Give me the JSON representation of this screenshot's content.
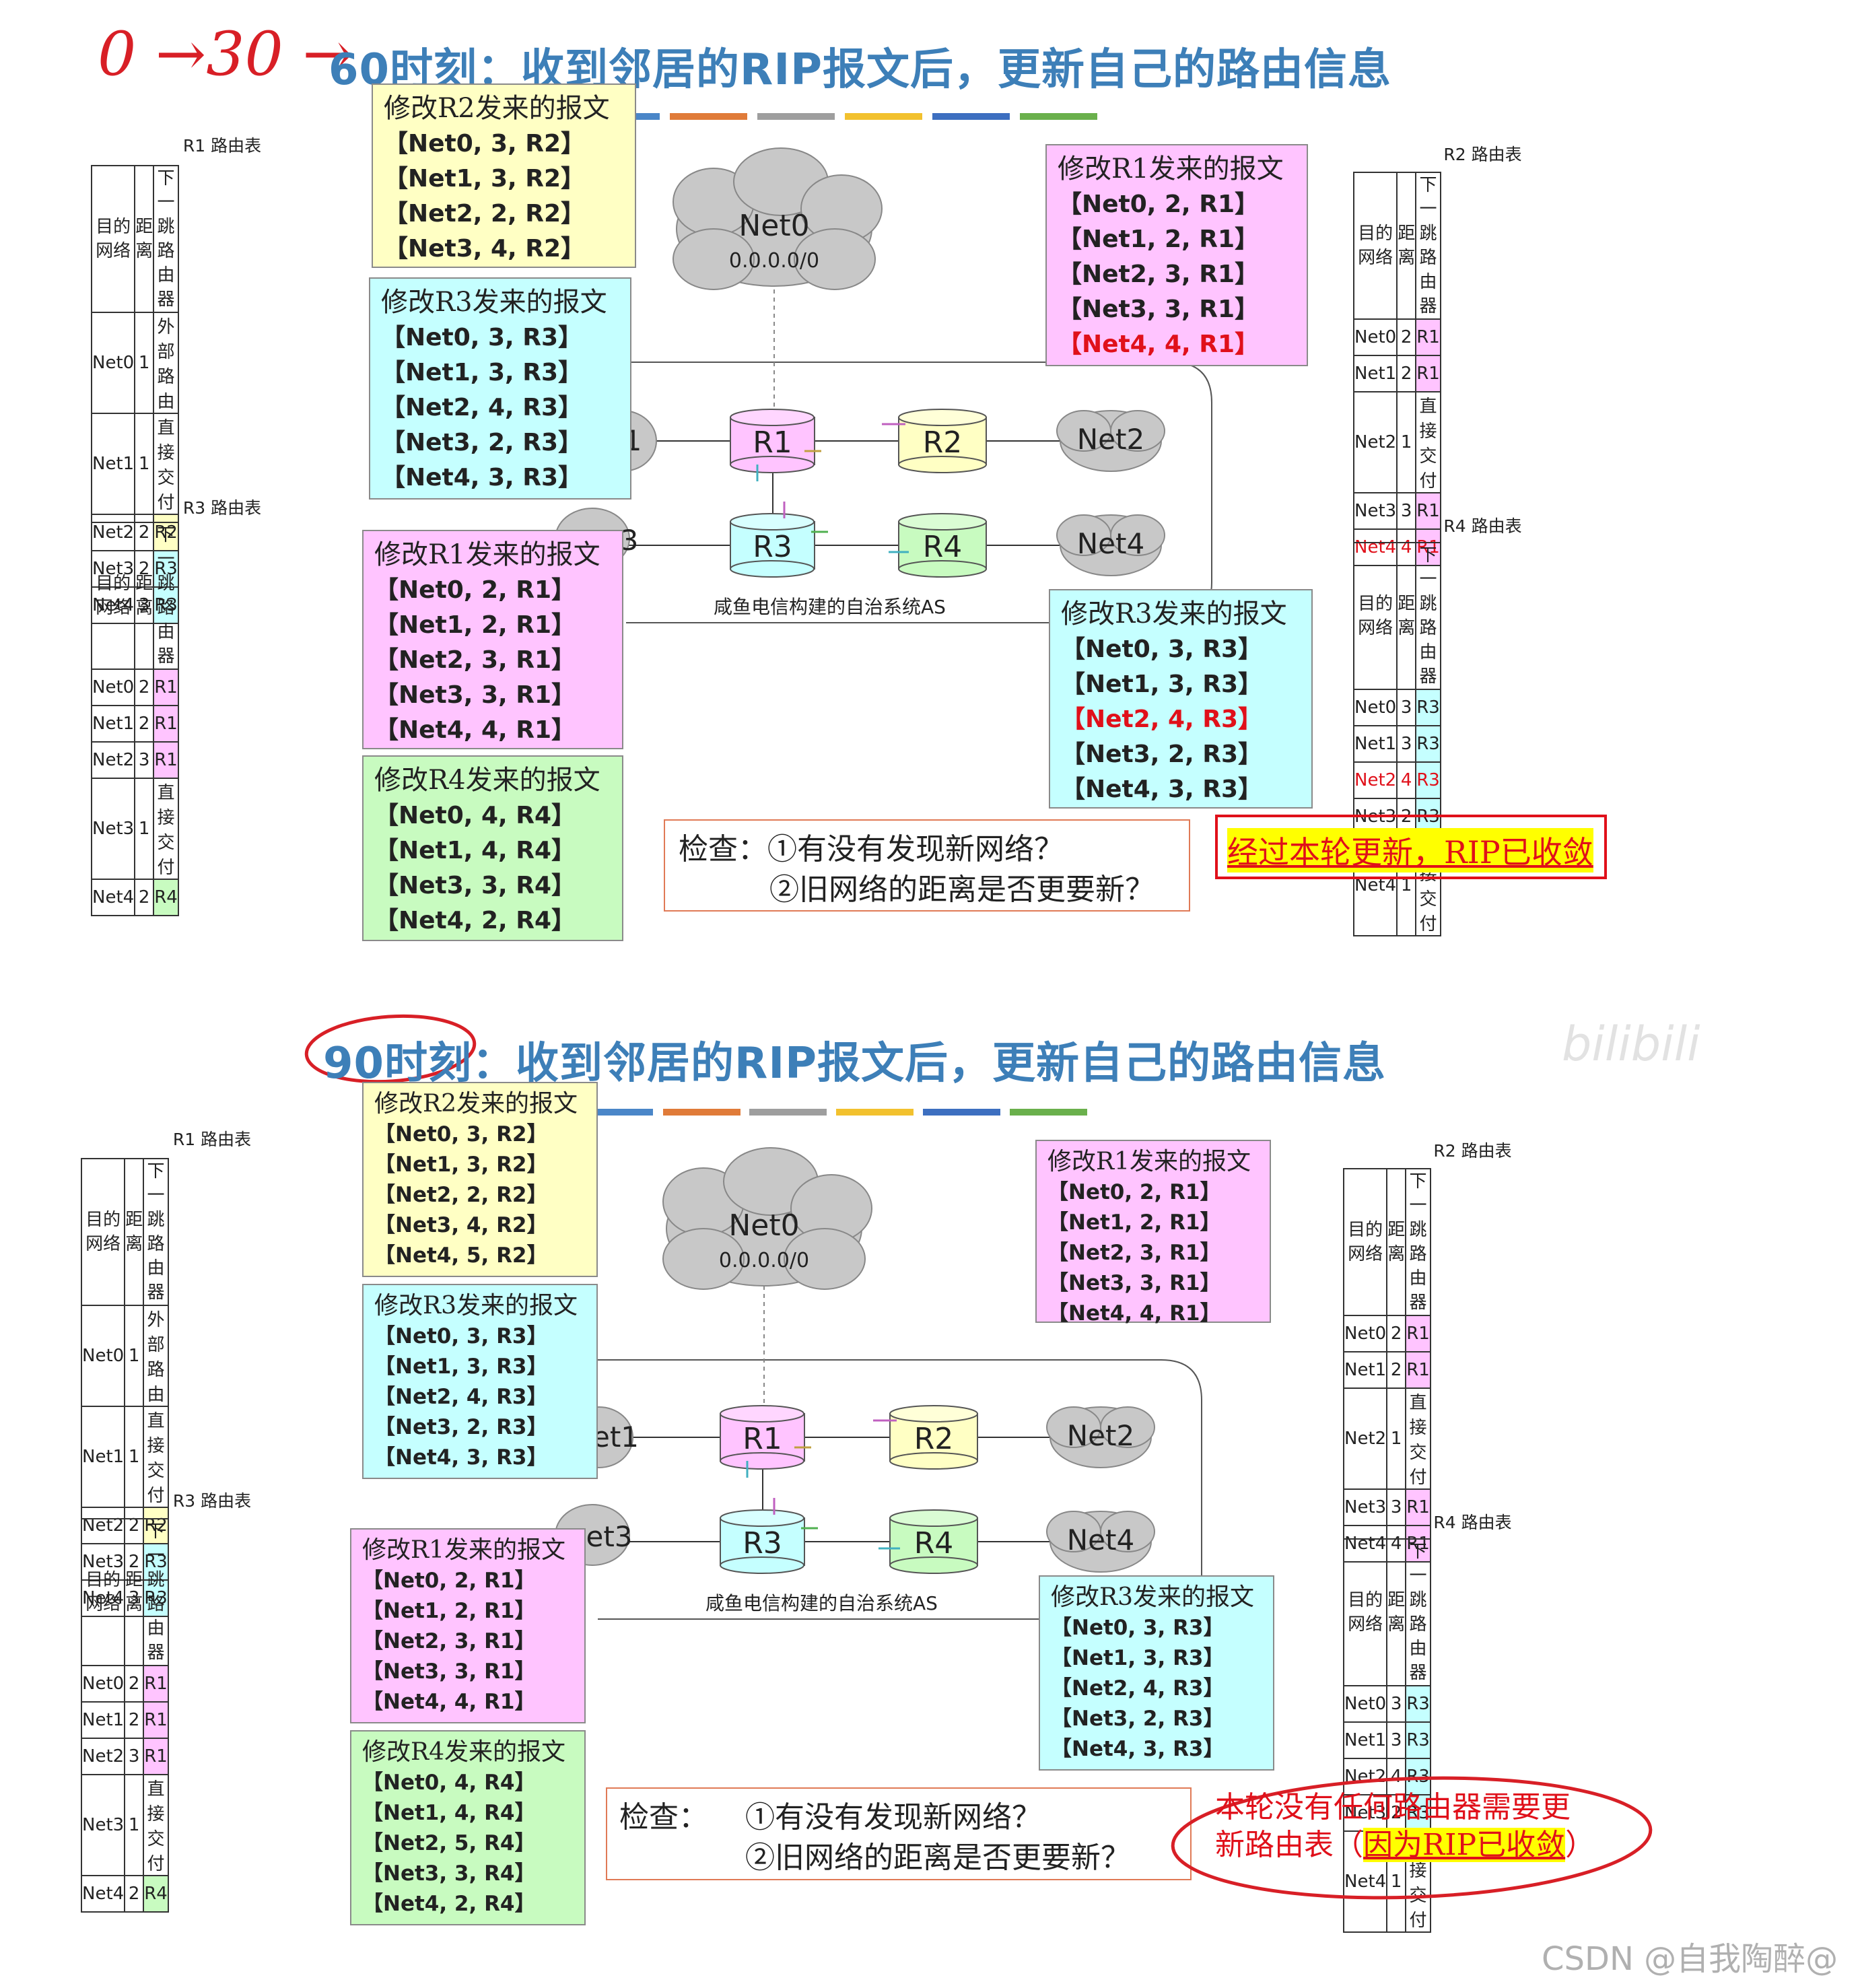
{
  "handwritten": {
    "seq": "0 →30 →"
  },
  "panel1": {
    "heading": "60时刻：收到邻居的RIP报文后，更新自己的路由信息",
    "r1_table": {
      "title": "R1 路由表",
      "h1": "目的网络",
      "h2": "距离",
      "h3a": "下一跳",
      "h3b": "路由器",
      "rows": [
        [
          "Net0",
          "1",
          "外部路由"
        ],
        [
          "Net1",
          "1",
          "直接交付"
        ],
        [
          "Net2",
          "2",
          "R2"
        ],
        [
          "Net3",
          "2",
          "R3"
        ],
        [
          "Net4",
          "3",
          "R3"
        ]
      ]
    },
    "r3_table": {
      "title": "R3 路由表",
      "h1": "目的网络",
      "h2": "距离",
      "h3a": "下一跳",
      "h3b": "路由器",
      "rows": [
        [
          "Net0",
          "2",
          "R1"
        ],
        [
          "Net1",
          "2",
          "R1"
        ],
        [
          "Net2",
          "3",
          "R1"
        ],
        [
          "Net3",
          "1",
          "直接交付"
        ],
        [
          "Net4",
          "2",
          "R4"
        ]
      ]
    },
    "r2_table": {
      "title": "R2 路由表",
      "h1": "目的网络",
      "h2": "距离",
      "h3a": "下一跳",
      "h3b": "路由器",
      "rows": [
        [
          "Net0",
          "2",
          "R1"
        ],
        [
          "Net1",
          "2",
          "R1"
        ],
        [
          "Net2",
          "1",
          "直接交付"
        ],
        [
          "Net3",
          "3",
          "R1"
        ],
        [
          "Net4",
          "4",
          "R1"
        ]
      ]
    },
    "r4_table": {
      "title": "R4 路由表",
      "h1": "目的网络",
      "h2": "距离",
      "h3a": "下一跳",
      "h3b": "路由器",
      "rows": [
        [
          "Net0",
          "3",
          "R3"
        ],
        [
          "Net1",
          "3",
          "R3"
        ],
        [
          "Net2",
          "4",
          "R3"
        ],
        [
          "Net3",
          "2",
          "R3"
        ],
        [
          "Net4",
          "1",
          "直接交付"
        ]
      ]
    },
    "msg_r2": {
      "title": "修改R2发来的报文",
      "lines": [
        "【Net0, 3, R2】",
        "【Net1, 3, R2】",
        "【Net2, 2, R2】",
        "【Net3, 4, R2】"
      ]
    },
    "msg_r3": {
      "title": "修改R3发来的报文",
      "lines": [
        "【Net0, 3, R3】",
        "【Net1, 3, R3】",
        "【Net2, 4, R3】",
        "【Net3, 2, R3】",
        "【Net4, 3, R3】"
      ]
    },
    "msg_r1_left": {
      "title": "修改R1发来的报文",
      "lines": [
        "【Net0, 2, R1】",
        "【Net1, 2, R1】",
        "【Net2, 3, R1】",
        "【Net3, 3, R1】",
        "【Net4, 4, R1】"
      ]
    },
    "msg_r4": {
      "title": "修改R4发来的报文",
      "lines": [
        "【Net0, 4, R4】",
        "【Net1, 4, R4】",
        "【Net3, 3, R4】",
        "【Net4, 2, R4】"
      ]
    },
    "msg_r1_right": {
      "title": "修改R1发来的报文",
      "lines": [
        "【Net0, 2, R1】",
        "【Net1, 2, R1】",
        "【Net2, 3, R1】",
        "【Net3, 3, R1】",
        "【Net4, 4, R1】"
      ]
    },
    "msg_r3_right": {
      "title": "修改R3发来的报文",
      "lines": [
        "【Net0, 3, R3】",
        "【Net1, 3, R3】",
        "【Net2, 4, R3】",
        "【Net3, 2, R3】",
        "【Net4, 3, R3】"
      ]
    },
    "check1": "检查：①有没有发现新网络？",
    "check2": "②旧网络的距离是否更要新？",
    "converged": "经过本轮更新，RIP已收敛"
  },
  "panel2": {
    "heading_time": "90时刻",
    "heading_rest": "：收到邻居的RIP报文后，更新自己的路由信息",
    "r1_table": {
      "title": "R1 路由表",
      "h1": "目的网络",
      "h2": "距离",
      "h3a": "下一跳",
      "h3b": "路由器",
      "rows": [
        [
          "Net0",
          "1",
          "外部路由"
        ],
        [
          "Net1",
          "1",
          "直接交付"
        ],
        [
          "Net2",
          "2",
          "R2"
        ],
        [
          "Net3",
          "2",
          "R3"
        ],
        [
          "Net4",
          "3",
          "R3"
        ]
      ]
    },
    "r3_table": {
      "title": "R3 路由表",
      "h1": "目的网络",
      "h2": "距离",
      "h3a": "下一跳",
      "h3b": "路由器",
      "rows": [
        [
          "Net0",
          "2",
          "R1"
        ],
        [
          "Net1",
          "2",
          "R1"
        ],
        [
          "Net2",
          "3",
          "R1"
        ],
        [
          "Net3",
          "1",
          "直接交付"
        ],
        [
          "Net4",
          "2",
          "R4"
        ]
      ]
    },
    "r2_table": {
      "title": "R2 路由表",
      "h1": "目的网络",
      "h2": "距离",
      "h3a": "下一跳",
      "h3b": "路由器",
      "rows": [
        [
          "Net0",
          "2",
          "R1"
        ],
        [
          "Net1",
          "2",
          "R1"
        ],
        [
          "Net2",
          "1",
          "直接交付"
        ],
        [
          "Net3",
          "3",
          "R1"
        ],
        [
          "Net4",
          "4",
          "R1"
        ]
      ]
    },
    "r4_table": {
      "title": "R4 路由表",
      "h1": "目的网络",
      "h2": "距离",
      "h3a": "下一跳",
      "h3b": "路由器",
      "rows": [
        [
          "Net0",
          "3",
          "R3"
        ],
        [
          "Net1",
          "3",
          "R3"
        ],
        [
          "Net2",
          "4",
          "R3"
        ],
        [
          "Net3",
          "2",
          "R3"
        ],
        [
          "Net4",
          "1",
          "直接交付"
        ]
      ]
    },
    "msg_r2": {
      "title": "修改R2发来的报文",
      "lines": [
        "【Net0, 3, R2】",
        "【Net1, 3, R2】",
        "【Net2, 2, R2】",
        "【Net3, 4, R2】",
        "【Net4, 5, R2】"
      ]
    },
    "msg_r3": {
      "title": "修改R3发来的报文",
      "lines": [
        "【Net0, 3, R3】",
        "【Net1, 3, R3】",
        "【Net2, 4, R3】",
        "【Net3, 2, R3】",
        "【Net4, 3, R3】"
      ]
    },
    "msg_r1_left": {
      "title": "修改R1发来的报文",
      "lines": [
        "【Net0, 2, R1】",
        "【Net1, 2, R1】",
        "【Net2, 3, R1】",
        "【Net3, 3, R1】",
        "【Net4, 4, R1】"
      ]
    },
    "msg_r4": {
      "title": "修改R4发来的报文",
      "lines": [
        "【Net0, 4, R4】",
        "【Net1, 4, R4】",
        "【Net2, 5, R4】",
        "【Net3, 3, R4】",
        "【Net4, 2, R4】"
      ]
    },
    "msg_r1_right": {
      "title": "修改R1发来的报文",
      "lines": [
        "【Net0, 2, R1】",
        "【Net1, 2, R1】",
        "【Net2, 3, R1】",
        "【Net3, 3, R1】",
        "【Net4, 4, R1】"
      ]
    },
    "msg_r3_right": {
      "title": "修改R3发来的报文",
      "lines": [
        "【Net0, 3, R3】",
        "【Net1, 3, R3】",
        "【Net2, 4, R3】",
        "【Net3, 2, R3】",
        "【Net4, 3, R3】"
      ]
    },
    "check_label": "检查：",
    "check1": "①有没有发现新网络？",
    "check2": "②旧网络的距离是否更要新？",
    "note_line1": "本轮没有任何路由器需要更",
    "note_line2a": "新路由表（",
    "note_line2b": "因为RIP已收敛",
    "note_line2c": "）"
  },
  "topology": {
    "net0": "Net0",
    "net0_addr": "0.0.0.0/0",
    "net1": "et1",
    "net1_p1": "1",
    "net2": "Net2",
    "net3": "et3",
    "net3_p1": "3",
    "net4": "Net4",
    "r1": "R1",
    "r2": "R2",
    "r3": "R3",
    "r4": "R4",
    "as_label": "咸鱼电信构建的自治系统AS"
  },
  "watermark": {
    "csdn": "CSDN @自我陶醉@",
    "bili": "bilibili"
  },
  "colors": {
    "yellow": "#ffffc4",
    "cyan": "#c5ffff",
    "pink": "#ffc4ff",
    "green": "#c8fbc0",
    "heading": "#3d7fb8",
    "red": "#e0101a",
    "bars": [
      "#4a86c8",
      "#e07b39",
      "#9e9e9e",
      "#f2c12e",
      "#3d6fc0",
      "#6ab04c"
    ]
  }
}
